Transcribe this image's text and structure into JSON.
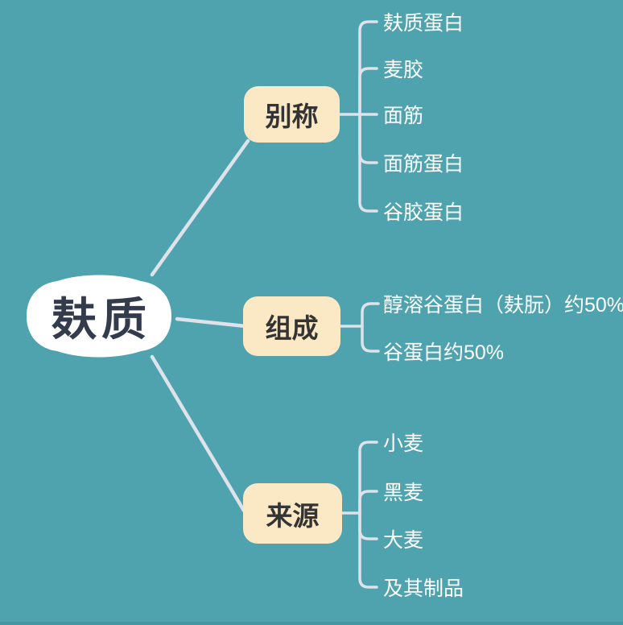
{
  "canvas": {
    "background_color": "#4FA3AF",
    "connector_color": "#DEE2EA"
  },
  "root": {
    "label": "麸质",
    "fill_color": "#FFFFFF",
    "text_color": "#333B4D"
  },
  "branches": [
    {
      "label": "别称",
      "fill_color": "#FBE9C6",
      "text_color": "#343434",
      "children": [
        "麸质蛋白",
        "麦胶",
        "面筋",
        "面筋蛋白",
        "谷胶蛋白"
      ]
    },
    {
      "label": "组成",
      "fill_color": "#FBE9C6",
      "text_color": "#343434",
      "children": [
        "醇溶谷蛋白（麸朊）约50%",
        "谷蛋白约50%"
      ]
    },
    {
      "label": "来源",
      "fill_color": "#FBE9C6",
      "text_color": "#343434",
      "children": [
        "小麦",
        "黑麦",
        "大麦",
        "及其制品"
      ]
    }
  ],
  "leaf_text_color": "#FFFFFF"
}
